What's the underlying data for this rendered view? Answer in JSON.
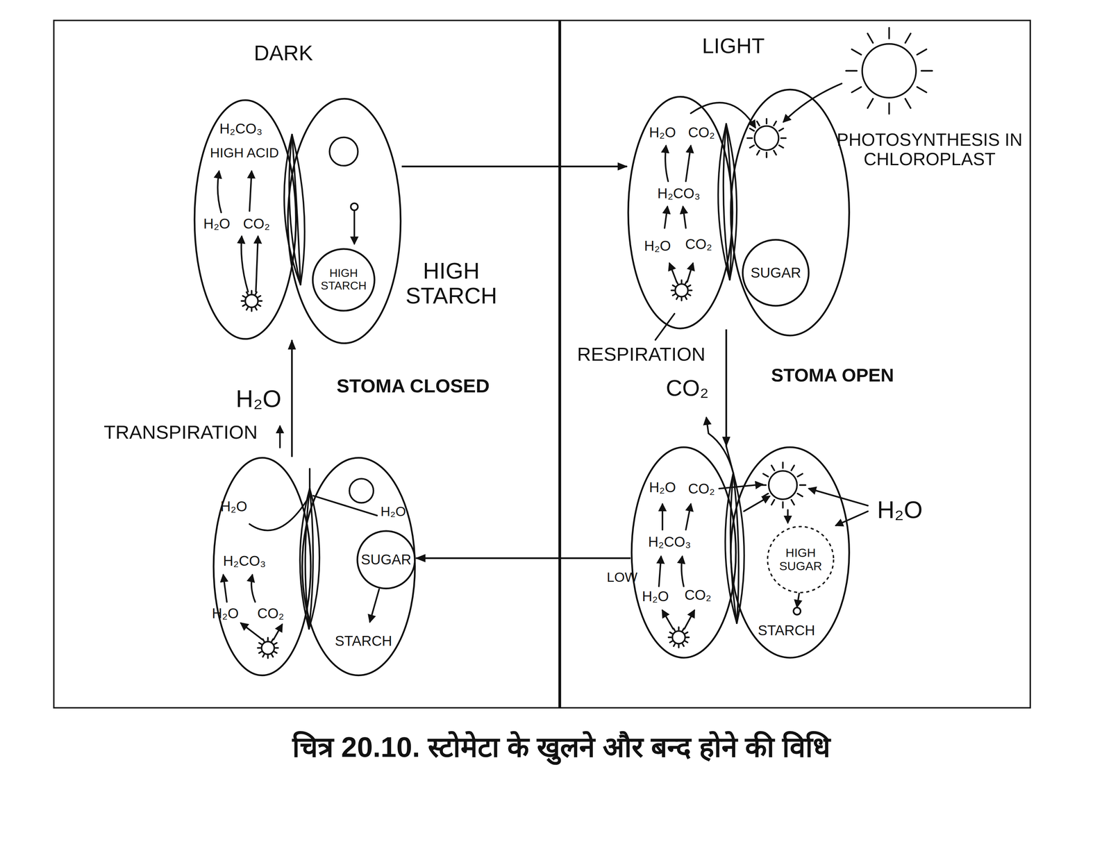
{
  "diagram": {
    "caption": "चित्र 20.10. स्टोमेटा के खुलने और बन्द होने की विधि",
    "nodes": [
      {
        "text": [
          "DARK"
        ]
      },
      {
        "text": [
          "H₂CO₃",
          "HIGH ACID",
          "H₂O",
          "CO₂"
        ],
        "in": 0
      },
      {
        "text": [
          "HIGH STARCH"
        ],
        "in": 0
      },
      {
        "text": [
          "HIGH STARCH"
        ],
        "in": 2
      },
      {
        "text": [
          "H₂O",
          "H₂CO₃",
          "H₂O",
          "CO₂"
        ],
        "in": 0
      },
      {
        "text": [
          "H₂O",
          "STARCH"
        ],
        "in": 0
      },
      {
        "text": [
          "SUGAR"
        ],
        "in": 5
      },
      {
        "text": [
          "LIGHT"
        ]
      },
      {
        "text": [
          "H₂O",
          "CO₂",
          "H₂CO₃",
          "H₂O",
          "CO₂"
        ],
        "in": 7
      },
      {
        "text": [
          "PHOTOSYNTHESIS IN CHLOROPLAST"
        ],
        "in": 7
      },
      {
        "text": [
          "SUGAR"
        ],
        "in": 9
      },
      {
        "text": [
          "H₂O",
          "CO₂",
          "H₂CO₃",
          "LOW",
          "H₂O",
          "CO₂"
        ],
        "in": 7
      },
      {
        "text": [
          "H₂O",
          "STARCH"
        ],
        "in": 7
      },
      {
        "text": [
          "HIGH SUGAR"
        ],
        "in": 12
      }
    ],
    "edges": [
      {
        "from": 2,
        "to": 8,
        "arrow": "to"
      },
      {
        "from": 8,
        "to": 11,
        "label": "STOMA OPEN",
        "arrow": "to"
      },
      {
        "from": 11,
        "to": 5,
        "arrow": "to"
      },
      {
        "from": 4,
        "to": 1,
        "label": "STOMA CLOSED",
        "arrow": "to"
      }
    ],
    "labels": [
      "RESPIRATION",
      "CO₂",
      "H₂O",
      "TRANSPIRATION"
    ]
  }
}
